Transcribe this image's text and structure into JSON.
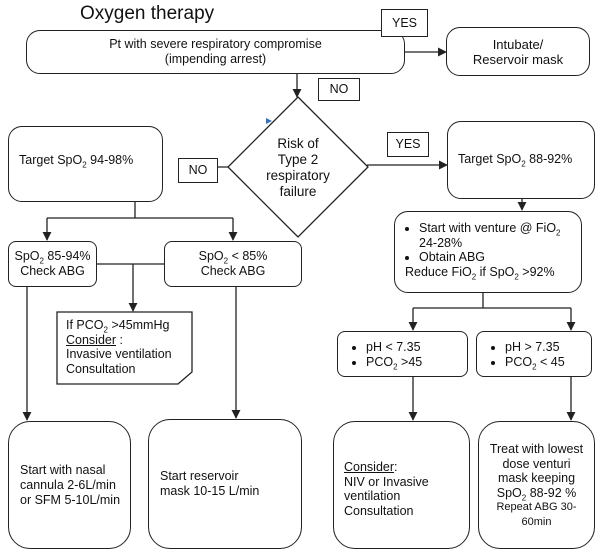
{
  "title": "Oxygen therapy",
  "start": {
    "line1": "Pt with severe respiratory compromise",
    "line2": "(impending arrest)"
  },
  "intubate": {
    "line1": "Intubate/",
    "line2": "Reservoir mask"
  },
  "labels": {
    "yes_top": "YES",
    "no_top": "NO",
    "no_left": "NO",
    "yes_right": "YES"
  },
  "decision": {
    "line1": "Risk of",
    "line2": "Type 2",
    "line3": "respiratory",
    "line4": "failure"
  },
  "target_left": {
    "prefix": "Target SpO",
    "sub": "2",
    "suffix": " 94-98%"
  },
  "target_right": {
    "prefix": "Target SpO",
    "sub": "2",
    "suffix": " 88-92%"
  },
  "spo2_85_94": {
    "prefix": "SpO",
    "sub": "2",
    "suffix": " 85-94%",
    "line2": "Check ABG"
  },
  "spo2_lt85": {
    "prefix": "SpO",
    "sub": "2",
    "suffix": " < 85%",
    "line2": "Check ABG"
  },
  "pco2_note": {
    "prefix": "If PCO",
    "sub": "2",
    "suffix": " >45mmHg",
    "consider": "Consider",
    "consider_colon": " :",
    "line3": "Invasive ventilation",
    "line4": "Consultation"
  },
  "venturi": {
    "b1_prefix": "Start with venture @ FiO",
    "b1_sub": "2",
    "b1_line2": "24-28%",
    "b2": "Obtain ABG",
    "reduce_prefix": "Reduce FiO",
    "reduce_sub": "2",
    "reduce_mid": " if SpO",
    "reduce_sub2": "2",
    "reduce_suffix": " >92%"
  },
  "ph_low": {
    "b1": "pH < 7.35",
    "b2_prefix": "PCO",
    "b2_sub": "2",
    "b2_suffix": " >45"
  },
  "ph_high": {
    "b1": "pH > 7.35",
    "b2_prefix": "PCO",
    "b2_sub": "2",
    "b2_suffix": " < 45"
  },
  "nasal": {
    "line1": "Start  with nasal",
    "line2": "cannula 2-6L/min",
    "line3": "or SFM 5-10L/min"
  },
  "reservoir": {
    "line1": "Start  reservoir",
    "line2": "mask 10-15 L/min"
  },
  "niv": {
    "consider": "Consider",
    "colon": ":",
    "line2": "NIV or Invasive",
    "line3": "ventilation",
    "line4": "Consultation"
  },
  "treat": {
    "line1": "Treat with lowest",
    "line2": "dose venturi",
    "line3": "mask keeping",
    "line4_prefix": "SpO",
    "line4_sub": "2",
    "line4_suffix": " 88-92 %",
    "line5": "Repeat ABG 30-",
    "line6": "60min"
  }
}
